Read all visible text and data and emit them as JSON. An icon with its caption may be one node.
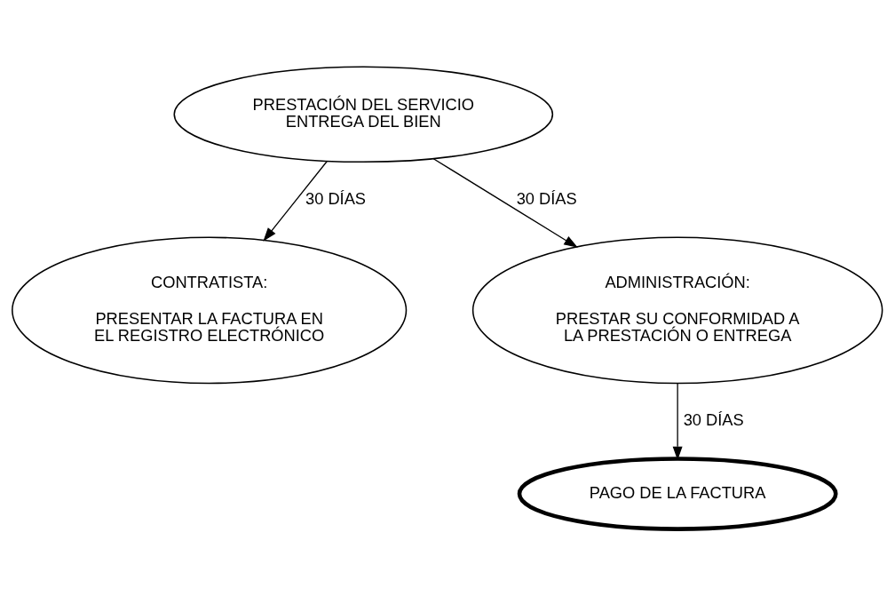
{
  "diagram": {
    "nodes": [
      {
        "text": [
          "PRESTACIÓN DEL SERVICIO ENTREGA DEL BIEN"
        ]
      },
      {
        "text": [
          "CONTRATISTA:",
          "PRESENTAR LA FACTURA EN EL REGISTRO ELECTRÓNICO"
        ]
      },
      {
        "text": [
          "ADMINISTRACIÓN:",
          "PRESTAR SU CONFORMIDAD A LA PRESTACIÓN O ENTREGA"
        ]
      },
      {
        "text": [
          "PAGO DE LA FACTURA"
        ]
      }
    ],
    "edges": [
      {
        "from": 0,
        "to": 1,
        "arrow": "to",
        "label": "30 DÍAS"
      },
      {
        "from": 0,
        "to": 2,
        "arrow": "to",
        "label": "30 DÍAS"
      },
      {
        "from": 2,
        "to": 3,
        "arrow": "to",
        "label": "30 DÍAS"
      }
    ]
  }
}
